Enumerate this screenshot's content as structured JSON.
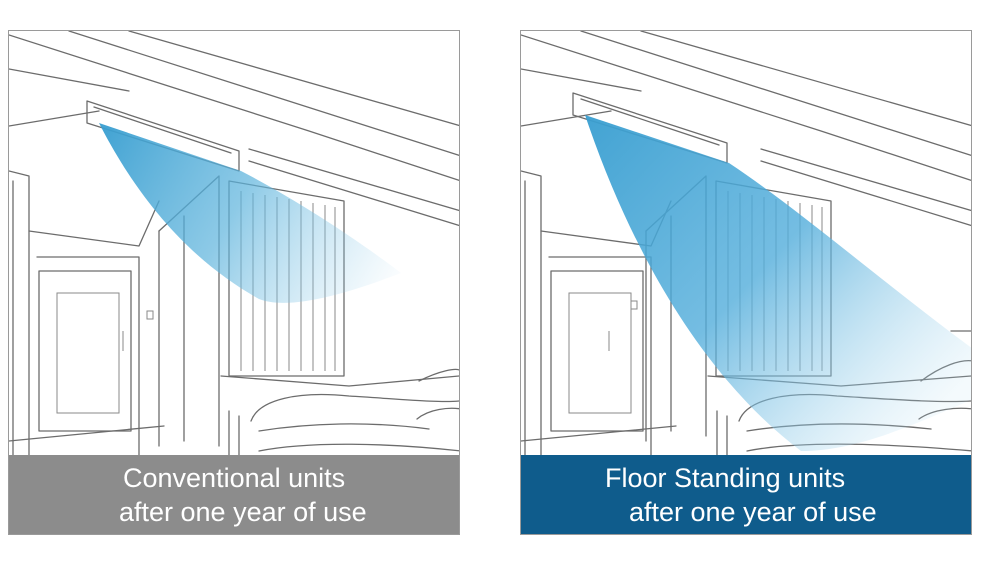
{
  "colors": {
    "conventional_caption_bg": "#8c8c8c",
    "floor_standing_caption_bg": "#0f5c8c",
    "airflow_blue": "#3a9fd1",
    "line_art": "#6c6c6c"
  },
  "panels": [
    {
      "id": "conventional",
      "caption_line1": "Conventional units",
      "caption_line2": "after one year of use",
      "airflow_reach": "short"
    },
    {
      "id": "floor_standing",
      "caption_line1": "Floor Standing units",
      "caption_line2": "after one year of use",
      "airflow_reach": "long"
    }
  ]
}
